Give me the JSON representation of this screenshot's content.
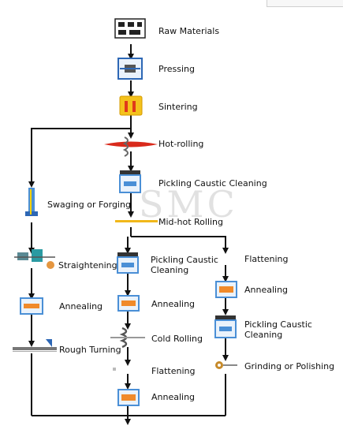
{
  "diagram": {
    "watermark": "SMC",
    "steps": {
      "raw_materials": "Raw Materials",
      "pressing": "Pressing",
      "sintering": "Sintering",
      "hot_rolling": "Hot-rolling",
      "pickling_1": "Pickling Caustic Cleaning",
      "swaging": "Swaging or Forging",
      "mid_hot_rolling": "Mid-hot Rolling",
      "pickling_2": "Pickling Caustic Cleaning",
      "flattening_right": "Flattening",
      "straightening": "Straightening",
      "annealing_left": "Annealing",
      "annealing_mid": "Annealing",
      "annealing_right": "Annealing",
      "cold_rolling": "Cold Rolling",
      "pickling_3": "Pickling Caustic Cleaning",
      "rough_turning": "Rough Turning",
      "flattening_mid": "Flattening",
      "grinding": "Grinding or Polishing",
      "annealing_bottom": "Annealing"
    },
    "colors": {
      "line": "#111111",
      "furnace_orange": "#f08a2a",
      "furnace_blue": "#4a8fd6",
      "sinter_yellow": "#f4c21c",
      "rod_red": "#d92a1c"
    }
  }
}
